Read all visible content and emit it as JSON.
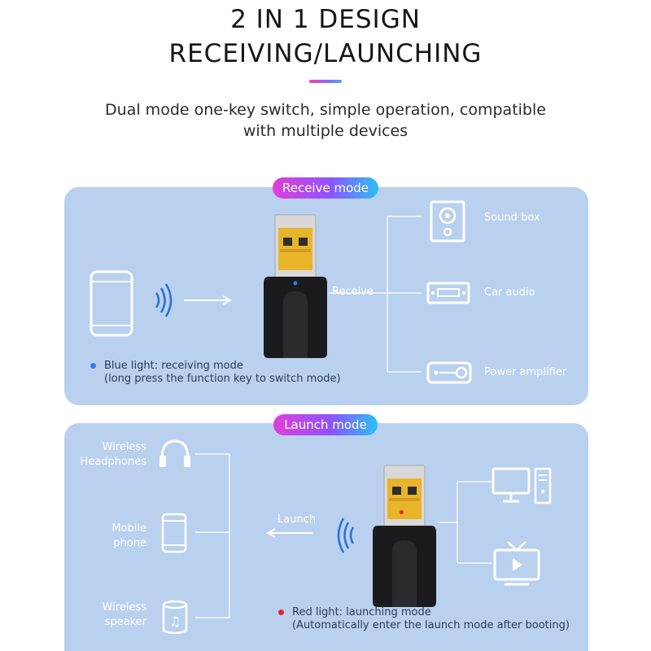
{
  "header": {
    "title_line1": "2 IN 1 DESIGN",
    "title_line2": "RECEIVING/LAUNCHING",
    "subtitle_line1": "Dual mode one-key switch, simple operation, compatible",
    "subtitle_line2": "with multiple devices",
    "accent_gradient": [
      "#ff3fa0",
      "#9b5cff",
      "#3ea8ff"
    ]
  },
  "receive": {
    "badge": "Receive mode",
    "flow_label": "Receive",
    "devices": [
      "Sound box",
      "Car audio",
      "Power amplifier"
    ],
    "note_line1": "Blue light: receiving mode",
    "note_line2": "(long press the function key to switch mode)",
    "light_color": "#2f7df0"
  },
  "launch": {
    "badge": "Launch mode",
    "flow_label": "Launch",
    "devices": [
      {
        "line1": "Wireless",
        "line2": "Headphones"
      },
      {
        "line1": "Mobile",
        "line2": "phone"
      },
      {
        "line1": "Wireless",
        "line2": "speaker"
      }
    ],
    "note_line1": "Red light: launching mode",
    "note_line2": "(Automatically enter the launch mode after booting)",
    "light_color": "#e8232e"
  },
  "colors": {
    "panel": "#b9d1ee",
    "icon": "#ffffff",
    "device_body": "#1b1b1d"
  }
}
